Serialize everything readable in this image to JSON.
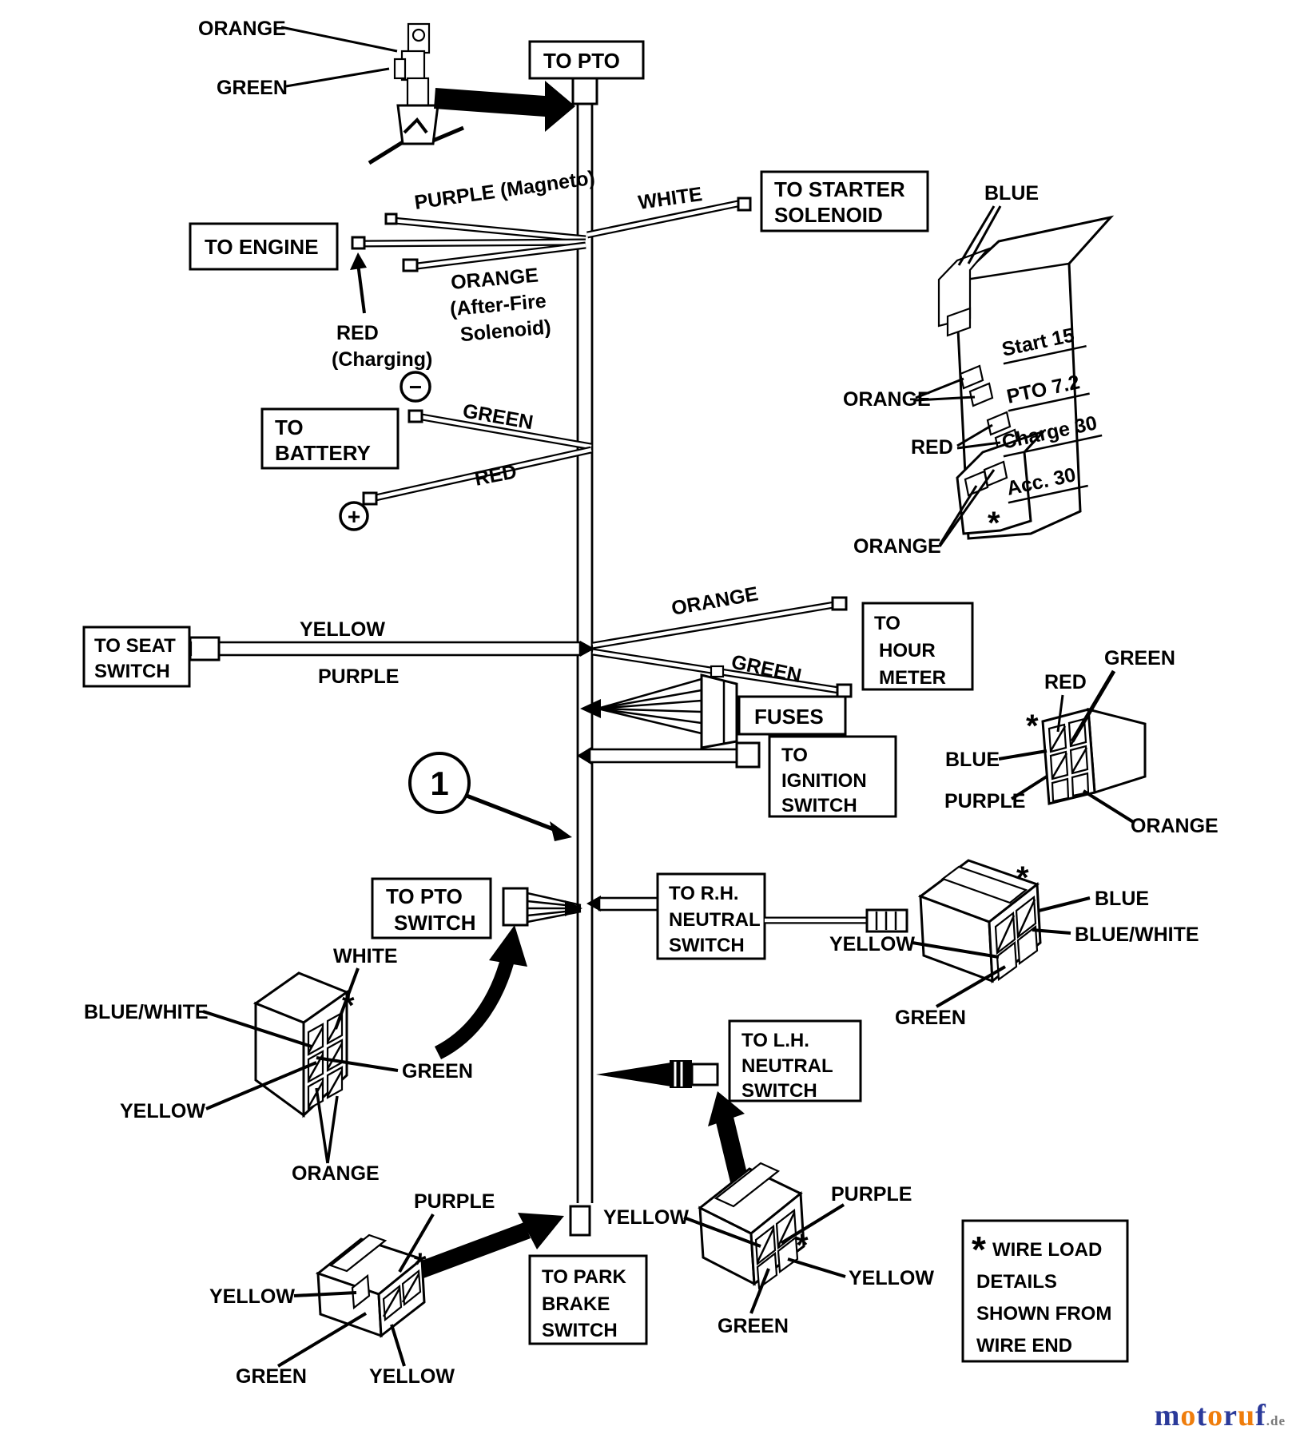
{
  "top_connector": {
    "orange": "ORANGE",
    "green": "GREEN"
  },
  "callouts": {
    "to_pto": [
      "TO PTO"
    ],
    "to_engine": [
      "TO ENGINE"
    ],
    "to_starter_solenoid": [
      "TO STARTER",
      "SOLENOID"
    ],
    "to_battery": [
      "TO",
      "BATTERY"
    ],
    "to_seat_switch": [
      "TO SEAT",
      "SWITCH"
    ],
    "to_hour_meter": [
      "TO",
      "HOUR",
      "METER"
    ],
    "fuses": [
      "FUSES"
    ],
    "to_ignition_switch": [
      "TO",
      "IGNITION",
      "SWITCH"
    ],
    "to_pto_switch": [
      "TO PTO",
      "SWITCH"
    ],
    "to_rh_neutral_switch": [
      "TO R.H.",
      "NEUTRAL",
      "SWITCH"
    ],
    "to_lh_neutral_switch": [
      "TO L.H.",
      "NEUTRAL",
      "SWITCH"
    ],
    "to_park_brake_switch": [
      "TO PARK",
      "BRAKE",
      "SWITCH"
    ]
  },
  "engine_leads": {
    "purple": "PURPLE (Magneto)",
    "white": "WHITE",
    "orange": [
      "ORANGE",
      "(After-Fire",
      "Solenoid)"
    ],
    "red": [
      "RED",
      "(Charging)"
    ]
  },
  "fuse_block": {
    "blue": "BLUE",
    "orange_middle": "ORANGE",
    "red": "RED",
    "orange_bottom": "ORANGE",
    "ratings": [
      "Start 15",
      "PTO 7.2",
      "Charge 30",
      "Acc. 30"
    ]
  },
  "battery_leads": {
    "green": "GREEN",
    "red": "RED",
    "minus": "−",
    "plus": "+"
  },
  "seat_leads": {
    "yellow": "YELLOW",
    "purple": "PURPLE"
  },
  "hour_meter_leads": {
    "orange": "ORANGE",
    "green": "GREEN"
  },
  "connector_mid_right": {
    "green": "GREEN",
    "red": "RED",
    "blue": "BLUE",
    "purple": "PURPLE",
    "orange": "ORANGE"
  },
  "connector_left": {
    "white": "WHITE",
    "blue_white": "BLUE/WHITE",
    "green": "GREEN",
    "yellow": "YELLOW",
    "orange": "ORANGE"
  },
  "connector_rh": {
    "blue": "BLUE",
    "blue_white": "BLUE/WHITE",
    "yellow": "YELLOW",
    "green": "GREEN"
  },
  "connector_lh": {
    "purple": "PURPLE",
    "yellow_left": "YELLOW",
    "yellow_right": "YELLOW",
    "green": "GREEN"
  },
  "connector_park": {
    "purple": "PURPLE",
    "yellow_left": "YELLOW",
    "yellow_bottom": "YELLOW",
    "green": "GREEN"
  },
  "item_marker": "1",
  "asterisk": "*",
  "note": {
    "lines": [
      "WIRE LOAD",
      "DETAILS",
      "SHOWN FROM",
      "WIRE END"
    ]
  },
  "watermark": {
    "letters": [
      {
        "t": "m",
        "color": "#2b3a9a"
      },
      {
        "t": "o",
        "color": "#ef7d0c"
      },
      {
        "t": "t",
        "color": "#2b3a9a"
      },
      {
        "t": "o",
        "color": "#ef7d0c"
      },
      {
        "t": "r",
        "color": "#2b3a9a"
      },
      {
        "t": "u",
        "color": "#ef7d0c"
      },
      {
        "t": "f",
        "color": "#2b3a9a"
      }
    ],
    "tld": ".de",
    "tld_color": "#7a7a7a"
  }
}
